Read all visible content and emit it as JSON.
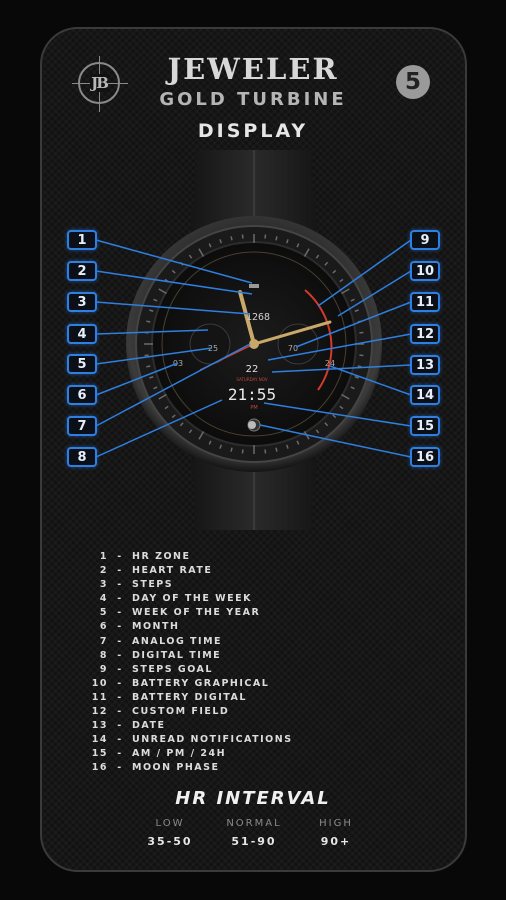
{
  "header": {
    "brand_line1": "JEWELER",
    "brand_line2": "GOLD TURBINE",
    "brand_line3": "DISPLAY",
    "logo_text": "JB",
    "badge": "5"
  },
  "watch_face": {
    "steps_value": "1268",
    "date_value": "22",
    "digital_time": "21:55",
    "day_value": "25",
    "week_value": "03",
    "battery_value": "70",
    "notif_value": "24",
    "date_label": "SATURDAY NOV",
    "ampm": "PM"
  },
  "callouts": [
    {
      "label": "1"
    },
    {
      "label": "2"
    },
    {
      "label": "3"
    },
    {
      "label": "4"
    },
    {
      "label": "5"
    },
    {
      "label": "6"
    },
    {
      "label": "7"
    },
    {
      "label": "8"
    },
    {
      "label": "9"
    },
    {
      "label": "10"
    },
    {
      "label": "11"
    },
    {
      "label": "12"
    },
    {
      "label": "13"
    },
    {
      "label": "14"
    },
    {
      "label": "15"
    },
    {
      "label": "16"
    }
  ],
  "legend": [
    {
      "n": "1",
      "text": "HR ZONE"
    },
    {
      "n": "2",
      "text": "HEART RATE"
    },
    {
      "n": "3",
      "text": "STEPS"
    },
    {
      "n": "4",
      "text": "DAY OF THE WEEK"
    },
    {
      "n": "5",
      "text": "WEEK OF THE YEAR"
    },
    {
      "n": "6",
      "text": "MONTH"
    },
    {
      "n": "7",
      "text": "ANALOG TIME"
    },
    {
      "n": "8",
      "text": "DIGITAL TIME"
    },
    {
      "n": "9",
      "text": "STEPS GOAL"
    },
    {
      "n": "10",
      "text": "BATTERY GRAPHICAL"
    },
    {
      "n": "11",
      "text": "BATTERY DIGITAL"
    },
    {
      "n": "12",
      "text": "CUSTOM FIELD"
    },
    {
      "n": "13",
      "text": "DATE"
    },
    {
      "n": "14",
      "text": "UNREAD NOTIFICATIONS"
    },
    {
      "n": "15",
      "text": "AM / PM / 24H"
    },
    {
      "n": "16",
      "text": "MOON PHASE"
    }
  ],
  "legend_separator": "-",
  "hr": {
    "title": "HR INTERVAL",
    "zones": [
      {
        "label": "LOW",
        "value": "35-50"
      },
      {
        "label": "NORMAL",
        "value": "51-90"
      },
      {
        "label": "HIGH",
        "value": "90+"
      }
    ]
  },
  "colors": {
    "accent_blue": "#2f7fe0",
    "gold": "#c9a96a",
    "red": "#d23a2a"
  }
}
